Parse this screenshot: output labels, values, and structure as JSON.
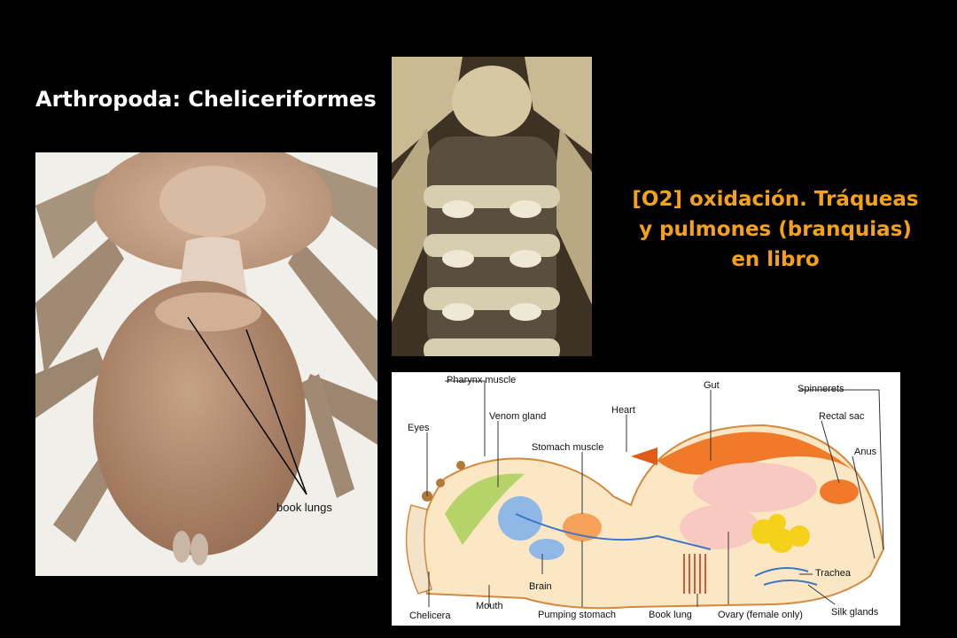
{
  "slide": {
    "title": "Arthropoda: Cheliceriformes",
    "caption_lines": [
      "[O2] oxidación. Tráqueas",
      "y pulmones (branquias)",
      "en libro"
    ],
    "colors": {
      "background": "#000000",
      "title": "#ffffff",
      "caption": "#f5a315"
    }
  },
  "spider_photo": {
    "annotation": "book lungs"
  },
  "anatomy_diagram": {
    "labels": {
      "pharynx_muscle": "Pharynx muscle",
      "gut": "Gut",
      "spinnerets": "Spinnerets",
      "eyes": "Eyes",
      "venom_gland": "Venom gland",
      "heart": "Heart",
      "rectal_sac": "Rectal sac",
      "stomach_muscle": "Stomach muscle",
      "anus": "Anus",
      "brain": "Brain",
      "chelicera": "Chelicera",
      "mouth": "Mouth",
      "pumping_stomach": "Pumping stomach",
      "book_lung": "Book lung",
      "ovary": "Ovary (female only)",
      "silk_glands": "Silk glands",
      "trachea": "Trachea"
    }
  }
}
